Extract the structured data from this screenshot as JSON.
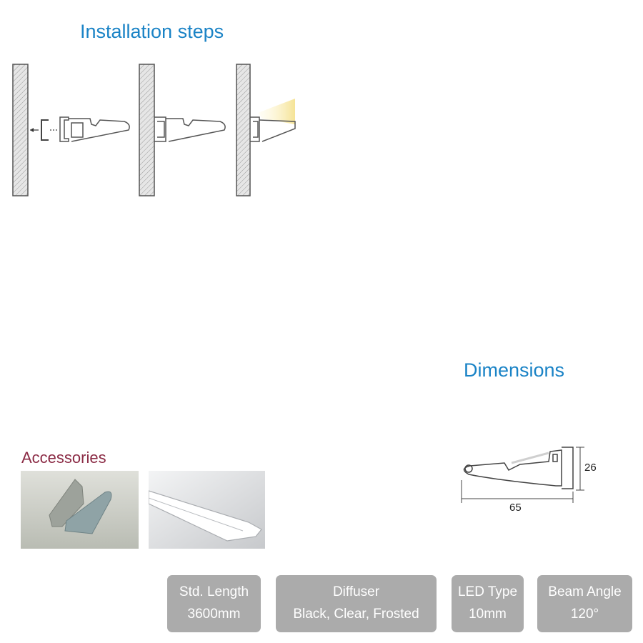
{
  "installation": {
    "title": "Installation steps"
  },
  "dimensions": {
    "title": "Dimensions",
    "height": "26",
    "width": "65"
  },
  "accessories": {
    "title": "Accessories"
  },
  "specs": [
    {
      "label": "Std. Length",
      "value": "3600mm"
    },
    {
      "label": "Diffuser",
      "value": "Black, Clear, Frosted"
    },
    {
      "label": "LED Type",
      "value": "10mm"
    },
    {
      "label": "Beam Angle",
      "value": "120°"
    }
  ],
  "colors": {
    "heading": "#1a83c6",
    "accessories_heading": "#8b2b45",
    "spec_box": "#ababab"
  }
}
